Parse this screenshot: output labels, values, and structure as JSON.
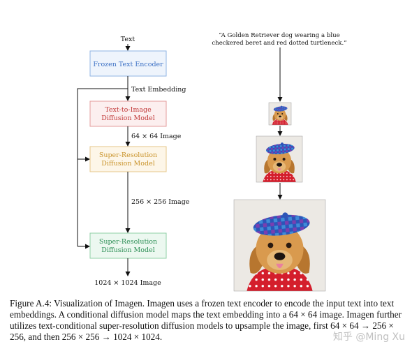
{
  "diagram": {
    "pipeline": {
      "input_label": "Text",
      "encoder": {
        "label": "Frozen Text Encoder",
        "color": "#3a6fc4",
        "fill": "#eef4fc",
        "stroke": "#8fb3e3"
      },
      "embedding_label": "Text Embedding",
      "t2i": {
        "line1": "Text-to-Image",
        "line2": "Diffusion Model",
        "color": "#c23b3b",
        "fill": "#fcefef",
        "stroke": "#e39b9b"
      },
      "img64_label": "64 × 64 Image",
      "sr1": {
        "line1": "Super-Resolution",
        "line2": "Diffusion Model",
        "color": "#c9932a",
        "fill": "#fdf6e8",
        "stroke": "#e6c78a"
      },
      "img256_label": "256 × 256 Image",
      "sr2": {
        "line1": "Super-Resolution",
        "line2": "Diffusion Model",
        "color": "#2d8f56",
        "fill": "#ecf8f0",
        "stroke": "#8fcfa6"
      },
      "output_label": "1024 × 1024 Image"
    },
    "example": {
      "prompt_line1": "“A Golden Retriever dog wearing a blue",
      "prompt_line2": "checkered beret and red dotted turtleneck.”",
      "images": [
        {
          "name": "64x64 sample"
        },
        {
          "name": "256x256 sample"
        },
        {
          "name": "1024x1024 sample"
        }
      ]
    }
  },
  "caption": {
    "text": "Figure A.4: Visualization of Imagen. Imagen uses a frozen text encoder to encode the input text into text embeddings. A conditional diffusion model maps the text embedding into a 64 × 64 image. Imagen further utilizes text-conditional super-resolution diffusion models to upsample the image, first 64 × 64 → 256 × 256, and then 256 × 256 → 1024 × 1024."
  },
  "watermark": "知乎 @Ming Xu"
}
